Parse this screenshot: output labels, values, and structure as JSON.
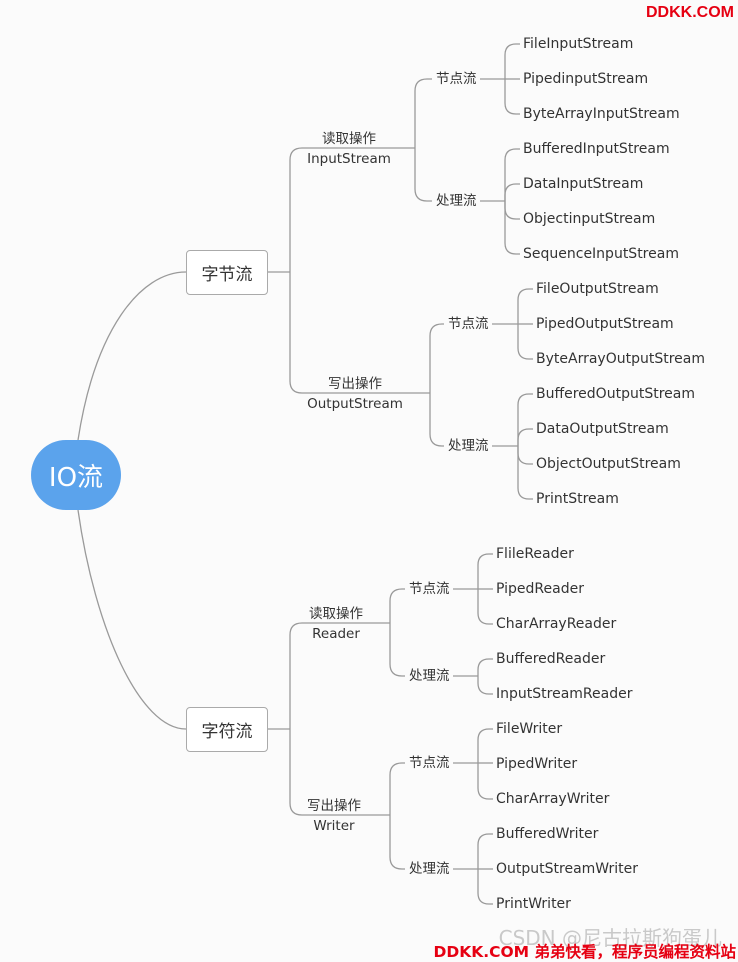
{
  "root": {
    "label": "IO流"
  },
  "byte_stream": {
    "label": "字节流",
    "input": {
      "line1": "读取操作",
      "line2": "InputStream",
      "node": {
        "label": "节点流",
        "items": [
          "FileInputStream",
          "PipedinputStream",
          "ByteArrayInputStream"
        ]
      },
      "processing": {
        "label": "处理流",
        "items": [
          "BufferedInputStream",
          "DataInputStream",
          "ObjectinputStream",
          "SequenceInputStream"
        ]
      }
    },
    "output": {
      "line1": "写出操作",
      "line2": "OutputStream",
      "node": {
        "label": "节点流",
        "items": [
          "FileOutputStream",
          "PipedOutputStream",
          "ByteArrayOutputStream"
        ]
      },
      "processing": {
        "label": "处理流",
        "items": [
          "BufferedOutputStream",
          "DataOutputStream",
          "ObjectOutputStream",
          "PrintStream"
        ]
      }
    }
  },
  "char_stream": {
    "label": "字符流",
    "reader": {
      "line1": "读取操作",
      "line2": "Reader",
      "node": {
        "label": "节点流",
        "items": [
          "FlileReader",
          "PipedReader",
          "CharArrayReader"
        ]
      },
      "processing": {
        "label": "处理流",
        "items": [
          "BufferedReader",
          "InputStreamReader"
        ]
      }
    },
    "writer": {
      "line1": "写出操作",
      "line2": "Writer",
      "node": {
        "label": "节点流",
        "items": [
          "FileWriter",
          "PipedWriter",
          "CharArrayWriter"
        ]
      },
      "processing": {
        "label": "处理流",
        "items": [
          "BufferedWriter",
          "OutputStreamWriter",
          "PrintWriter"
        ]
      }
    }
  },
  "branding": {
    "top": "DDKK.COM",
    "watermark": "CSDN @尼古拉斯狗蛋儿",
    "bottom": "DDKK.COM 弟弟快看，程序员编程资料站"
  },
  "colors": {
    "root": "#5ba3ec",
    "brand": "#e60012",
    "line": "#9a9a9a"
  }
}
